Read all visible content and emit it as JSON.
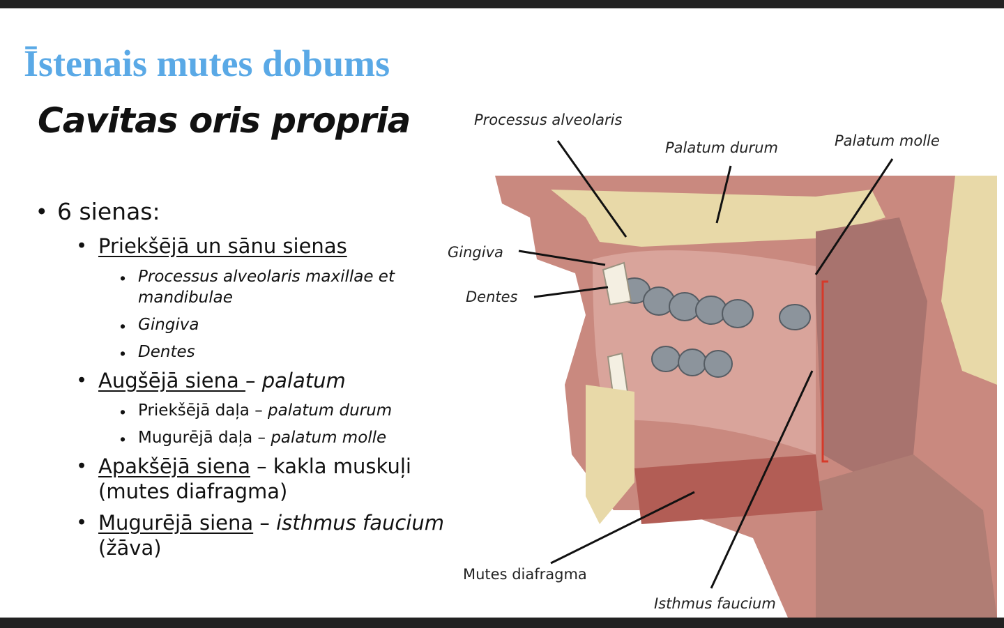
{
  "slide": {
    "title": "Īstenais mutes dobums",
    "subtitle": "Cavitas oris propria"
  },
  "bullets": {
    "walls": "6 sienas:",
    "front": {
      "heading": "Priekšējā un sānu sienas",
      "items": [
        "Processus alveolaris maxillae et",
        "mandibulae",
        "Gingiva",
        "Dentes"
      ]
    },
    "upper": {
      "heading": "Augšējā siena ",
      "sep": "– ",
      "term": "palatum",
      "items": [
        {
          "label": "Priekšējā daļa – ",
          "term": "palatum durum"
        },
        {
          "label": "Mugurējā daļa – ",
          "term": "palatum molle"
        }
      ]
    },
    "lower": {
      "heading": "Apakšējā siena",
      "rest": " – kakla muskuļi",
      "line2": "(mutes diafragma)"
    },
    "back": {
      "heading": "Mugurējā siena",
      "sep": " – ",
      "term": "isthmus faucium",
      "line2": "(žāva)"
    }
  },
  "figure": {
    "labels": {
      "processus": "Processus alveolaris",
      "palatum_durum": "Palatum durum",
      "palatum_molle": "Palatum molle",
      "gingiva": "Gingiva",
      "dentes": "Dentes",
      "mutes_diafragma": "Mutes diafragma",
      "isthmus": "Isthmus faucium"
    },
    "colors": {
      "muscle": "#b5706a",
      "bone": "#e8d9a8",
      "tooth": "#8c949c",
      "bracket": "#d63a2a"
    }
  }
}
